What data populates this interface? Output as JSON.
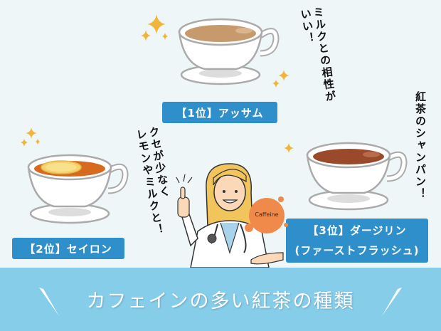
{
  "colors": {
    "background": "#eef6f8",
    "label_bg": "#2e8fcb",
    "banner_bg": "#86cdea",
    "sparkle": "#f2b53c",
    "caffeine_orange": "#f08a4b"
  },
  "ranks": [
    {
      "label": "【1位】アッサム",
      "comment": [
        "ミルクとの相性が",
        "いい！"
      ],
      "tea_color": "#c79a6e"
    },
    {
      "label": "【2位】セイロン",
      "comment": [
        "クセが少なく",
        "レモンやミルクと！"
      ],
      "tea_color": "#d86a1f"
    },
    {
      "label_line1": "【3位】ダージリン",
      "label_line2": "(ファーストフラッシュ)",
      "comment": [
        "紅茶のシャンパン！"
      ],
      "tea_color": "#9a4a2a"
    }
  ],
  "doctor": {
    "ball_label": "Caffeine"
  },
  "banner": {
    "title": "カフェインの多い紅茶の種類"
  }
}
